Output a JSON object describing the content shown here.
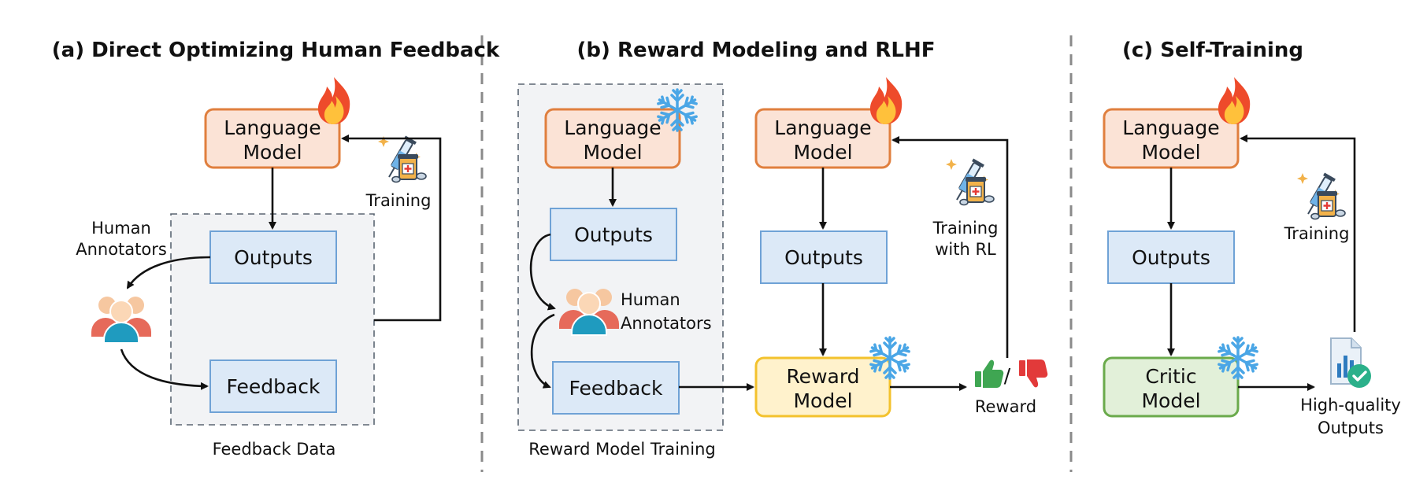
{
  "panels": {
    "a": {
      "title": "(a) Direct Optimizing Human Feedback",
      "lm_line1": "Language",
      "lm_line2": "Model",
      "outputs": "Outputs",
      "feedback": "Feedback",
      "training": "Training",
      "annotators_line1": "Human",
      "annotators_line2": "Annotators",
      "group_label": "Feedback Data"
    },
    "b": {
      "title": "(b) Reward Modeling and RLHF",
      "lm_line1": "Language",
      "lm_line2": "Model",
      "outputs": "Outputs",
      "feedback": "Feedback",
      "annotators_line1": "Human",
      "annotators_line2": "Annotators",
      "group_label": "Reward Model Training",
      "lm2_line1": "Language",
      "lm2_line2": "Model",
      "outputs2": "Outputs",
      "rm_line1": "Reward",
      "rm_line2": "Model",
      "training_line1": "Training",
      "training_line2": "with RL",
      "reward_label": "Reward",
      "reward_slash": "/"
    },
    "c": {
      "title": "(c) Self-Training",
      "lm_line1": "Language",
      "lm_line2": "Model",
      "outputs": "Outputs",
      "critic_line1": "Critic",
      "critic_line2": "Model",
      "training": "Training",
      "hq_line1": "High-quality",
      "hq_line2": "Outputs"
    }
  },
  "colors": {
    "lm_fill": "#fbe3d6",
    "lm_stroke": "#e07f3e",
    "outputs_fill": "#dce9f7",
    "outputs_stroke": "#6fa2d6",
    "reward_model_fill": "#fff2cc",
    "reward_model_stroke": "#f3c22d",
    "critic_fill": "#e2f0d9",
    "critic_stroke": "#6aaa4b",
    "flame": "#ee4b2b",
    "snowflake": "#4aa6e6",
    "thumbs_up": "#3fa652",
    "thumbs_down": "#e23a3a"
  },
  "icons": [
    "flame-icon",
    "snowflake-icon",
    "syringe-medicine-icon",
    "people-icon",
    "thumbs-up-icon",
    "thumbs-down-icon",
    "document-chart-check-icon"
  ]
}
